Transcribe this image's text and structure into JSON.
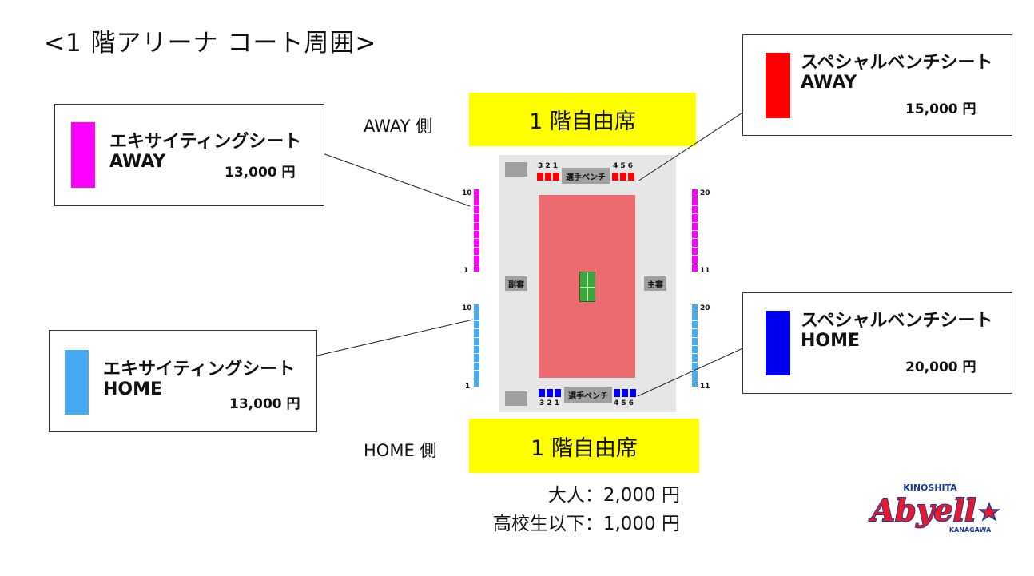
{
  "title": "<1 階アリーナ コート周囲>",
  "away_side_label": "AWAY 側",
  "home_side_label": "HOME 側",
  "free_seat_label": "1 階自由席",
  "bench_label": "選手ベンチ",
  "sub_referee_label": "副審",
  "main_referee_label": "主審",
  "bench_away_left_numbers": "3 2 1",
  "bench_away_right_numbers": "4 5 6",
  "bench_home_left_numbers": "3 2 1",
  "bench_home_right_numbers": "4 5 6",
  "strip_labels": {
    "left_away_top": "10",
    "left_away_bottom": "1",
    "left_home_top": "10",
    "left_home_bottom": "1",
    "right_away_top": "20",
    "right_away_bottom": "11",
    "right_home_top": "20",
    "right_home_bottom": "11"
  },
  "legend": {
    "exciting_away": {
      "name_line1": "エキサイティングシート",
      "name_line2": "AWAY",
      "price": "13,000 円",
      "color": "#ff00ff"
    },
    "exciting_home": {
      "name_line1": "エキサイティングシート",
      "name_line2": "HOME",
      "price": "13,000 円",
      "color": "#45aaf2"
    },
    "special_away": {
      "name_line1": "スペシャルベンチシート",
      "name_line2": "AWAY",
      "price": "15,000 円",
      "color": "#ff0000"
    },
    "special_home": {
      "name_line1": "スペシャルベンチシート",
      "name_line2": "HOME",
      "price": "20,000 円",
      "color": "#0000ee"
    }
  },
  "prices": {
    "adult": "大人：2,000 円",
    "student": "高校生以下：1,000 円"
  },
  "logo": {
    "top_text": "KINOSHITA",
    "main_text": "Abyell",
    "bottom_text": "KANAGAWA"
  },
  "colors": {
    "yellow": "#ffff00",
    "court": "#ec6b6e",
    "net": "#3aa83d",
    "gray": "#a0a0a0",
    "court_bg": "#e6e6e6"
  }
}
